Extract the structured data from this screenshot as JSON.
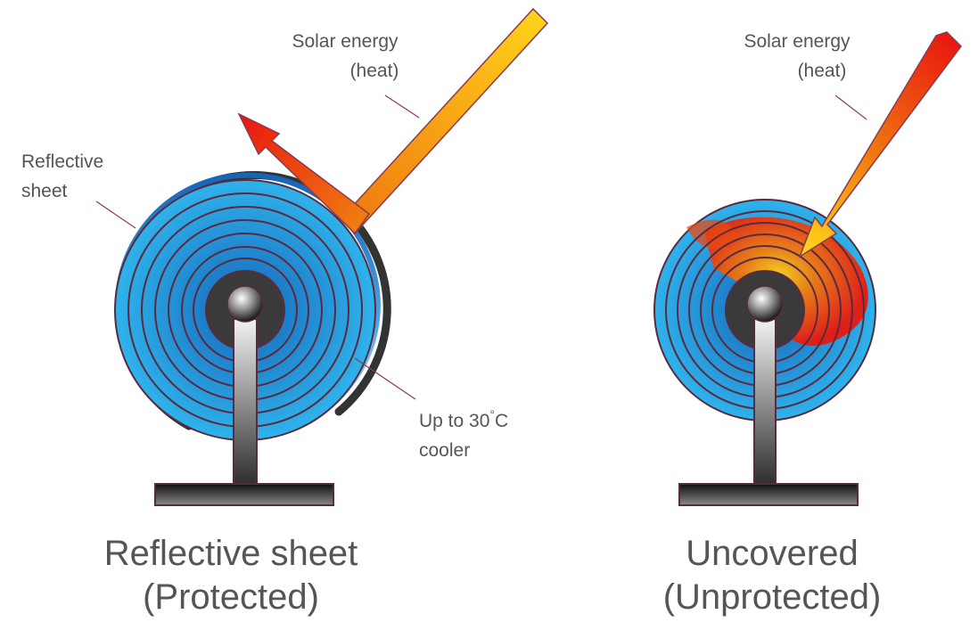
{
  "colors": {
    "disc_blue_light": "#2fb2ec",
    "disc_blue_dark": "#1565b8",
    "ring_stroke": "#5a2a3e",
    "hub": "#333333",
    "stand_light": "#f2f2f2",
    "stand_dark": "#2a2a2a",
    "reflective_outer": "#1e6fb8",
    "reflective_inner": "#3a3a3a",
    "heat_red": "#e8180f",
    "heat_orange": "#f07a10",
    "heat_yellow": "#ffd21a",
    "leader_line": "#8a3a50",
    "text": "#555555"
  },
  "left": {
    "solar_label_line1": "Solar energy",
    "solar_label_line2": "(heat)",
    "reflective_label_line1": "Reflective",
    "reflective_label_line2": "sheet",
    "cooler_label_line1": "Up to 30",
    "cooler_label_degree": "°",
    "cooler_label_unit": "C",
    "cooler_label_line2": "cooler",
    "caption_line1": "Reflective sheet",
    "caption_line2": "(Protected)"
  },
  "right": {
    "solar_label_line1": "Solar energy",
    "solar_label_line2": "(heat)",
    "caption_line1": "Uncovered",
    "caption_line2": "(Unprotected)"
  }
}
